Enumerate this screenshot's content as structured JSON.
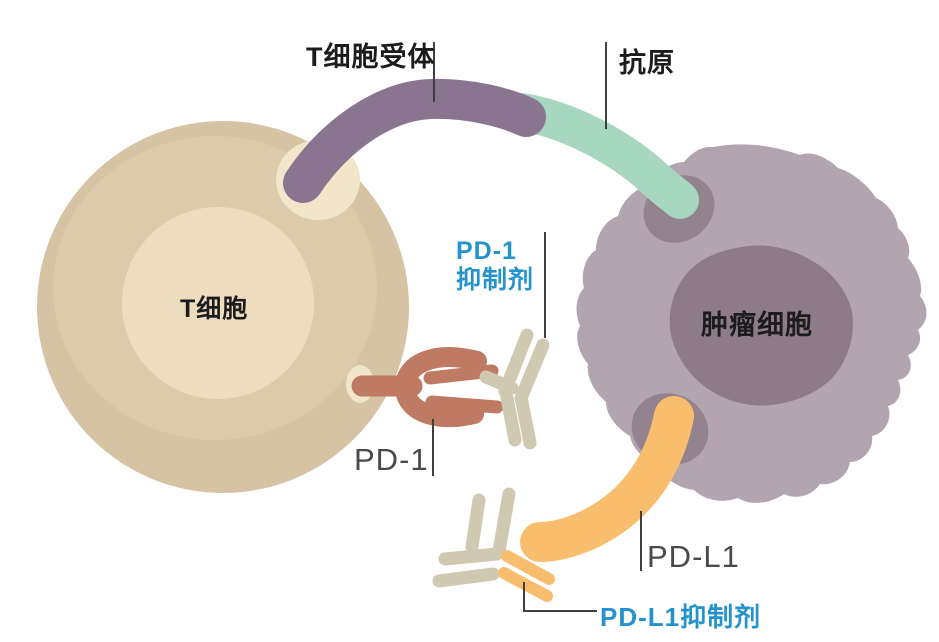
{
  "labels": {
    "t_cell_receptor": "T细胞受体",
    "antigen": "抗原",
    "t_cell": "T细胞",
    "tumor_cell": "肿瘤细胞",
    "pd1": "PD-1",
    "pdl1": "PD-L1",
    "pd1_inhibitor_line1": "PD-1",
    "pd1_inhibitor_line2": "抑制剂",
    "pdl1_inhibitor": "PD-L1抑制剂"
  },
  "colors": {
    "background": "#ffffff",
    "t_cell_body": "#d6c3a3",
    "t_cell_mid": "#dccaaa",
    "t_cell_nucleus": "#eedcbf",
    "t_cell_notch": "#f1e5ca",
    "t_cell_receptor": "#8a7590",
    "antigen": "#a8d7bf",
    "tumor_body": "#b3a5af",
    "tumor_nucleus": "#8d7b8a",
    "tumor_pocket": "#93838f",
    "pd1_receptor": "#bf7a63",
    "pdl1_ligand": "#f9be6d",
    "antibody": "#cfc9b2",
    "label_dark": "#1c1c1c",
    "label_gray": "#4a4a4a",
    "label_blue": "#2493cc",
    "line": "#3f3f3f"
  }
}
